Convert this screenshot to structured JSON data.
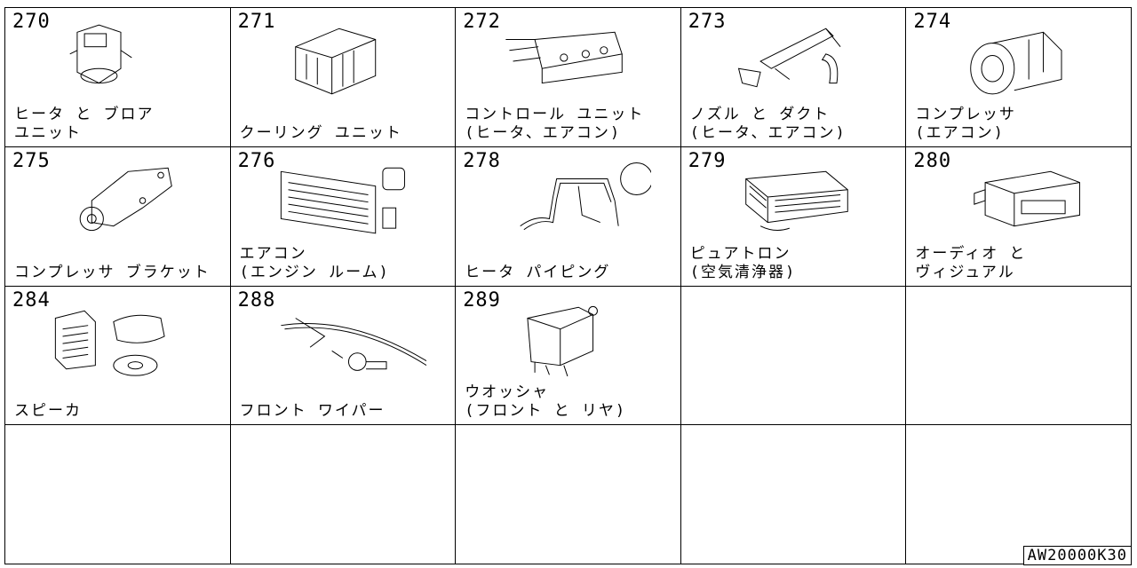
{
  "cells": [
    {
      "num": "270",
      "label": "ヒータ と ブロア\nユニット",
      "icon": "heater-blower-icon"
    },
    {
      "num": "271",
      "label": "クーリング ユニット",
      "icon": "cooling-unit-icon"
    },
    {
      "num": "272",
      "label": "コントロール ユニット\n(ヒータ、エアコン)",
      "icon": "control-unit-icon"
    },
    {
      "num": "273",
      "label": "ノズル と ダクト\n(ヒータ、エアコン)",
      "icon": "nozzle-duct-icon"
    },
    {
      "num": "274",
      "label": "コンプレッサ\n(エアコン)",
      "icon": "compressor-icon"
    },
    {
      "num": "275",
      "label": "コンプレッサ ブラケット",
      "icon": "compressor-bracket-icon"
    },
    {
      "num": "276",
      "label": "エアコン\n(エンジン ルーム)",
      "icon": "condenser-icon"
    },
    {
      "num": "278",
      "label": "ヒータ パイピング",
      "icon": "heater-piping-icon"
    },
    {
      "num": "279",
      "label": "ピュアトロン\n(空気清浄器)",
      "icon": "air-purifier-icon"
    },
    {
      "num": "280",
      "label": "オーディオ と\nヴィジュアル",
      "icon": "audio-unit-icon"
    },
    {
      "num": "284",
      "label": "スピーカ",
      "icon": "speaker-icon"
    },
    {
      "num": "288",
      "label": "フロント ワイパー",
      "icon": "wiper-icon"
    },
    {
      "num": "289",
      "label": "ウオッシャ\n(フロント と リヤ)",
      "icon": "washer-tank-icon"
    }
  ],
  "footer": {
    "code": "AW20000K30"
  }
}
